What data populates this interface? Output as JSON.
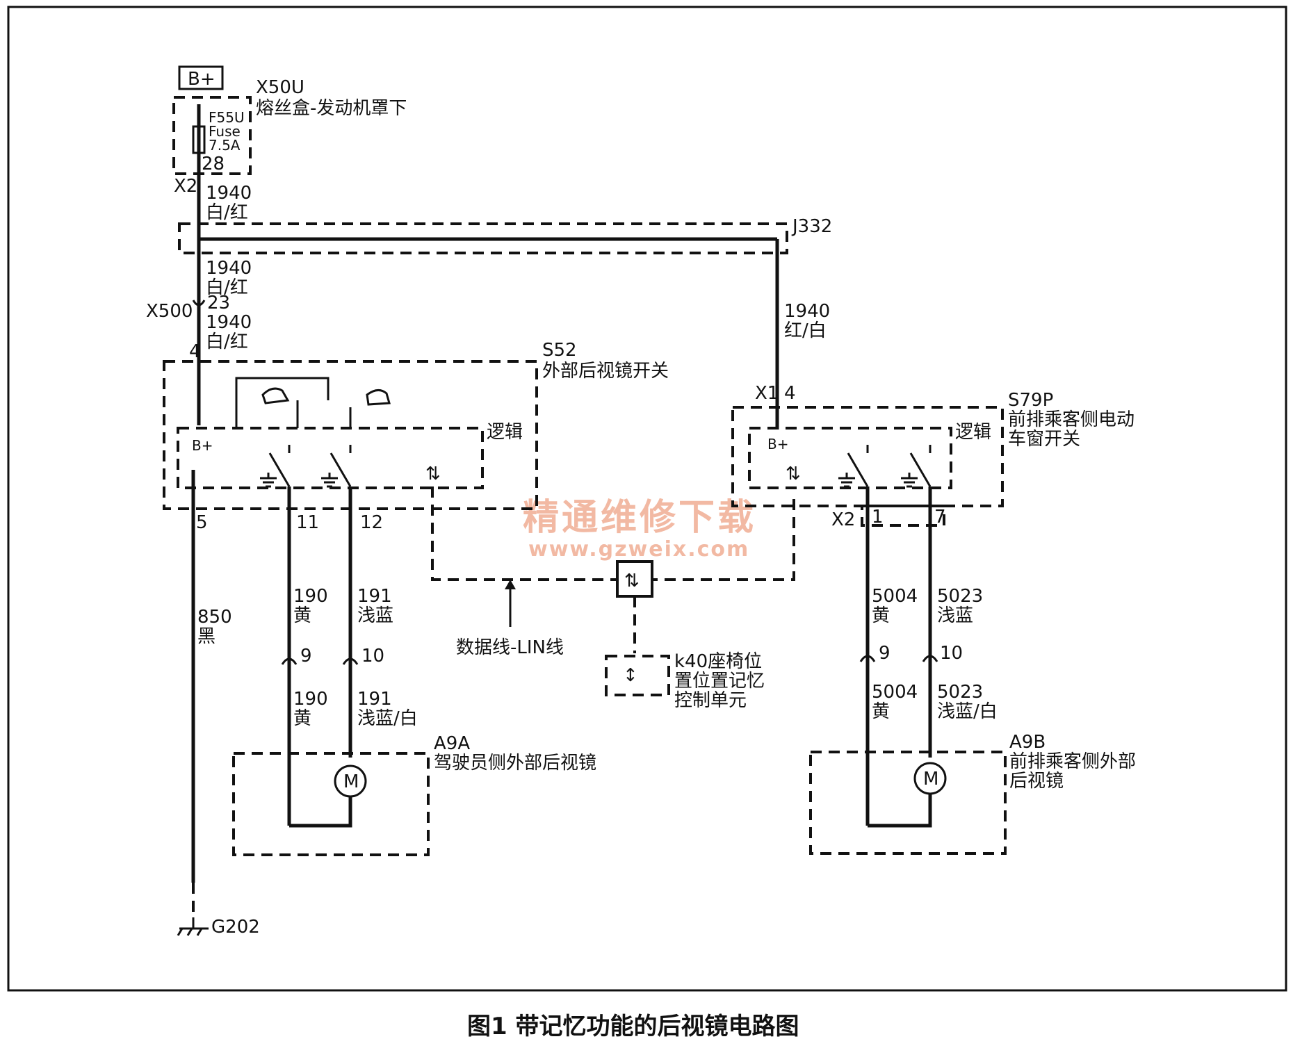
{
  "caption": "图1 带记忆功能的后视镜电路图",
  "watermark": {
    "text": "精通维修下载",
    "url": "www.gzweix.com"
  },
  "power": {
    "label": "B+"
  },
  "fuse_box": {
    "id": "X50U",
    "name": "熔丝盒-发动机罩下",
    "fuse_id": "F55U",
    "fuse_word": "Fuse",
    "rating": "7.5A",
    "pin": "28",
    "connector": "X2"
  },
  "wires": {
    "w1940_top": {
      "num": "1940",
      "color": "白/红"
    },
    "w1940_mid": {
      "num": "1940",
      "color": "白/红"
    },
    "w1940_low": {
      "num": "1940",
      "color": "白/红"
    },
    "w1940_right": {
      "num": "1940",
      "color": "红/白"
    },
    "w850": {
      "num": "850",
      "color": "黑"
    },
    "w190_a": {
      "num": "190",
      "color": "黄"
    },
    "w191_a": {
      "num": "191",
      "color": "浅蓝"
    },
    "w190_b": {
      "num": "190",
      "color": "黄"
    },
    "w191_b": {
      "num": "191",
      "color": "浅蓝/白"
    },
    "w5004_a": {
      "num": "5004",
      "color": "黄"
    },
    "w5023_a": {
      "num": "5023",
      "color": "浅蓝"
    },
    "w5004_b": {
      "num": "5004",
      "color": "黄"
    },
    "w5023_b": {
      "num": "5023",
      "color": "浅蓝/白"
    }
  },
  "splice": {
    "id": "J332"
  },
  "inline_connector": {
    "id": "X500",
    "pin": "23"
  },
  "s52": {
    "id": "S52",
    "name": "外部后视镜开关",
    "logic": "逻辑",
    "bplus": "B+",
    "pin_in": "4",
    "pins": [
      "5",
      "11",
      "12"
    ]
  },
  "s79p": {
    "id": "S79P",
    "name_line1": "前排乘客侧电动",
    "name_line2": "车窗开关",
    "logic": "逻辑",
    "bplus": "B+",
    "conn_in": "X1",
    "pin_in": "4",
    "conn_out": "X2",
    "pins": [
      "1",
      "7"
    ]
  },
  "left_pins": [
    "9",
    "10"
  ],
  "right_pins": [
    "9",
    "10"
  ],
  "lin": {
    "label": "数据线-LIN线"
  },
  "k40": {
    "line1": "k40座椅位",
    "line2": "置位置记忆",
    "line3": "控制单元"
  },
  "a9a": {
    "id": "A9A",
    "name": "驾驶员侧外部后视镜",
    "motor": "M"
  },
  "a9b": {
    "id": "A9B",
    "name_line1": "前排乘客侧外部",
    "name_line2": "后视镜",
    "motor": "M"
  },
  "ground": {
    "id": "G202"
  }
}
